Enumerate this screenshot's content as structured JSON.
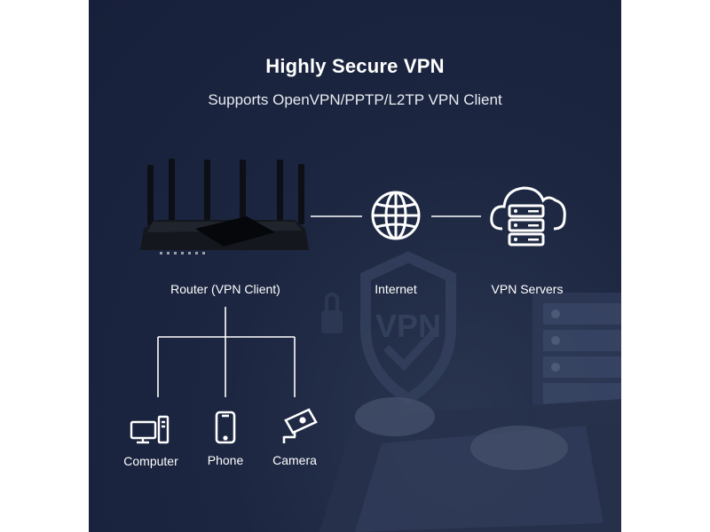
{
  "title": "Highly Secure VPN",
  "subtitle": "Supports OpenVPN/PPTP/L2TP VPN Client",
  "nodes": {
    "router": "Router (VPN Client)",
    "internet": "Internet",
    "servers": "VPN Servers"
  },
  "devices": {
    "computer": "Computer",
    "phone": "Phone",
    "camera": "Camera"
  },
  "watermark": "VPN",
  "colors": {
    "background": "#1c2640",
    "text": "#ffffff",
    "line": "#ffffff"
  }
}
